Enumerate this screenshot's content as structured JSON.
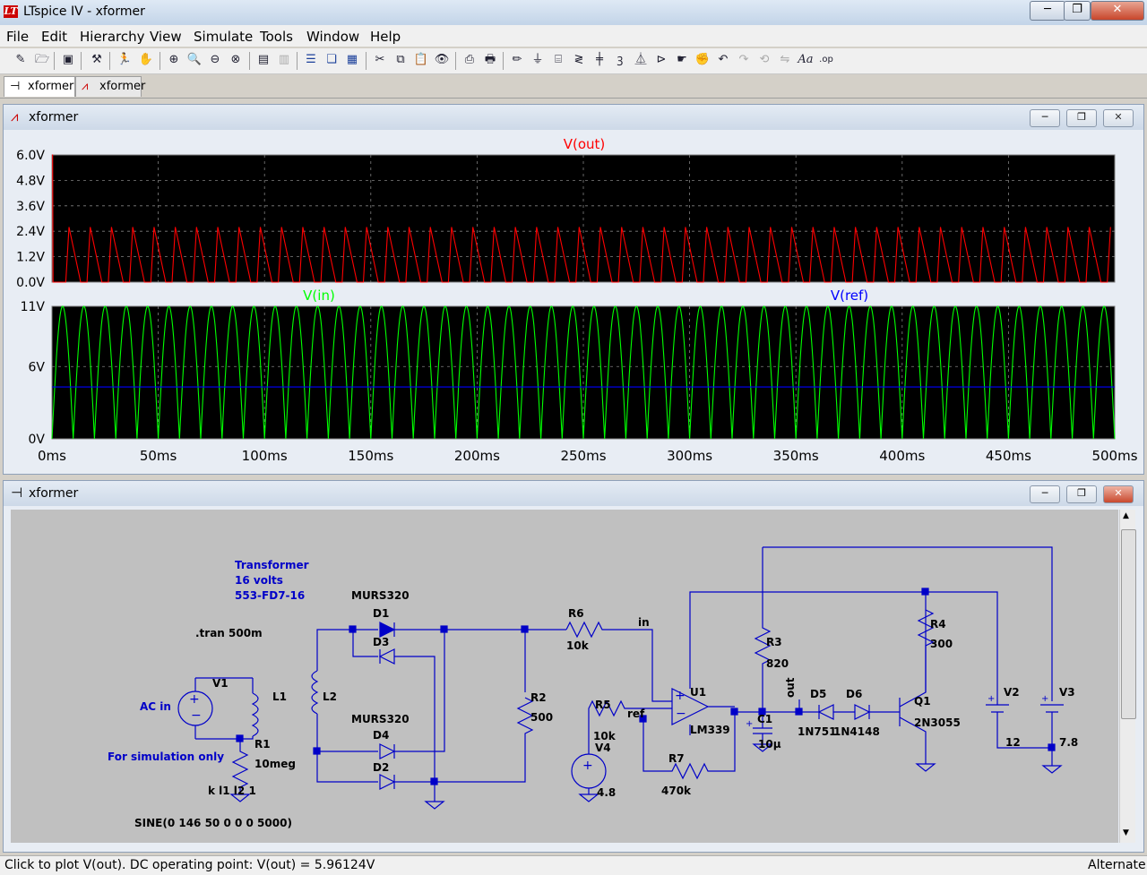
{
  "window": {
    "title": "LTspice IV - xformer",
    "logo": "LT",
    "min": "─",
    "max": "❐",
    "close": "✕"
  },
  "menu": [
    "File",
    "Edit",
    "Hierarchy",
    "View",
    "Simulate",
    "Tools",
    "Window",
    "Help"
  ],
  "toolbar_icons": [
    "new-schematic-icon",
    "open-icon",
    "save-icon",
    "control-panel-icon",
    "run-icon",
    "halt-icon",
    "zoom-in-icon",
    "zoom-box-icon",
    "zoom-out-icon",
    "zoom-cancel-icon",
    "autorange-icon",
    "fft-icon",
    "tile-horizontal-icon",
    "cascade-icon",
    "tile-vertical-icon",
    "cut-icon",
    "copy-icon",
    "paste-icon",
    "find-icon",
    "print-preview-icon",
    "print-icon",
    "draw-wire-icon",
    "ground-icon",
    "label-net-icon",
    "resistor-icon",
    "capacitor-icon",
    "inductor-icon",
    "diode-icon",
    "component-icon",
    "move-icon",
    "drag-icon",
    "undo-icon",
    "redo-icon",
    "rotate-icon",
    "mirror-icon",
    "text-icon",
    "spice-directive-icon"
  ],
  "tabs": [
    {
      "label": "xformer",
      "icon": "schematic-icon",
      "active": true
    },
    {
      "label": "xformer",
      "icon": "waveform-icon",
      "active": false
    }
  ],
  "plot_window": {
    "title": "xformer",
    "pane_top": {
      "trace": "V(out)",
      "trace_color": "#ff0000",
      "yticks": [
        "6.0V",
        "4.8V",
        "3.6V",
        "2.4V",
        "1.2V",
        "0.0V"
      ],
      "ylim": [
        0,
        6
      ]
    },
    "pane_bottom": {
      "traces": [
        {
          "name": "V(in)",
          "color": "#00ff00"
        },
        {
          "name": "V(ref)",
          "color": "#0000ff"
        }
      ],
      "yticks": [
        "11V",
        "6V",
        "0V"
      ],
      "ylim": [
        0,
        11
      ]
    },
    "xticks": [
      "0ms",
      "50ms",
      "100ms",
      "150ms",
      "200ms",
      "250ms",
      "300ms",
      "350ms",
      "400ms",
      "450ms",
      "500ms"
    ]
  },
  "chart_data": [
    {
      "type": "line",
      "title": "V(out)",
      "xlabel": "",
      "ylabel": "",
      "xlim_ms": [
        0,
        500
      ],
      "ylim": [
        0,
        6
      ],
      "series": [
        {
          "name": "V(out)",
          "color": "#ff0000",
          "waveform": "sawtooth",
          "period_ms": 10,
          "low_v": 0.0,
          "high_v": 2.6,
          "initial_spike_v": 6.0
        }
      ],
      "grid": true
    },
    {
      "type": "line",
      "title": "",
      "xlabel": "",
      "ylabel": "",
      "xlim_ms": [
        0,
        500
      ],
      "ylim": [
        0,
        11
      ],
      "series": [
        {
          "name": "V(in)",
          "color": "#00ff00",
          "waveform": "rectified-sine",
          "period_ms": 10,
          "min_v": 0,
          "max_v": 11
        },
        {
          "name": "V(ref)",
          "color": "#0000ff",
          "waveform": "dc",
          "value_v": 4.3
        }
      ],
      "grid": true
    }
  ],
  "schematic_window": {
    "title": "xformer",
    "labels": {
      "transformer_note": [
        "Transformer",
        "16 volts",
        "553-FD7-16"
      ],
      "tran": ".tran 500m",
      "ac_in": "AC in",
      "sim_only": "For simulation only",
      "coupling": "k l1 l2 1",
      "sine": "SINE(0 146 50 0 0 0 5000)",
      "murs_top": "MURS320",
      "murs_bot": "MURS320",
      "V1": "V1",
      "L1": "L1",
      "L2": "L2",
      "R1": "R1",
      "R1v": "10meg",
      "D1": "D1",
      "D2": "D2",
      "D3": "D3",
      "D4": "D4",
      "R2": "R2",
      "R2v": "500",
      "R6": "R6",
      "R6v": "10k",
      "in": "in",
      "ref": "ref",
      "out": "out",
      "R5": "R5",
      "R5v": "10k",
      "V4": "V4",
      "V4v": "4.8",
      "U1": "U1",
      "U1v": "LM339",
      "R7": "R7",
      "R7v": "470k",
      "R3": "R3",
      "R3v": "820",
      "C1": "C1",
      "C1v": "10µ",
      "D5": "D5",
      "D5v": "1N751",
      "D6": "D6",
      "D6v": "1N4148",
      "R4": "R4",
      "R4v": "300",
      "Q1": "Q1",
      "Q1v": "2N3055",
      "V2": "V2",
      "V2v": "12",
      "V3": "V3",
      "V3v": "7.8"
    }
  },
  "status": {
    "left": "Click to plot V(out).  DC operating point: V(out) = 5.96124V",
    "right": "Alternate"
  }
}
